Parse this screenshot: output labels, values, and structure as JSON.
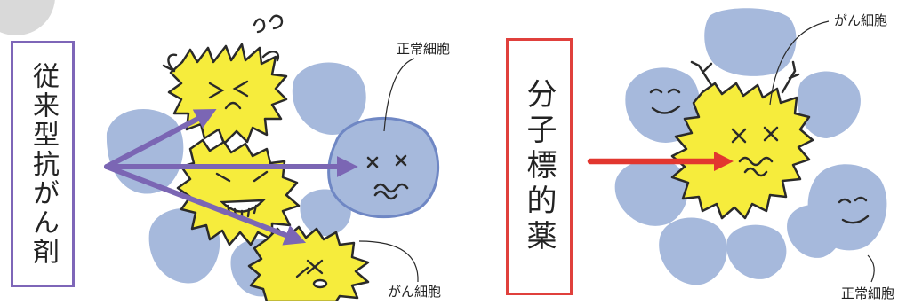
{
  "left_panel": {
    "label": "従来型抗がん剤",
    "normal_cell_label": "正常細胞",
    "cancer_cell_label": "がん細胞"
  },
  "right_panel": {
    "label": "分子標的薬",
    "cancer_cell_label": "がん細胞",
    "normal_cell_label": "正常細胞"
  },
  "colors": {
    "normal_cell": "#a6b9dc",
    "normal_cell_outline": "#6f87c4",
    "cancer_cell": "#f6ec3c",
    "outline": "#2a2a2a",
    "conventional_arrow": "#7b66b4",
    "targeted_arrow": "#e2372f"
  }
}
